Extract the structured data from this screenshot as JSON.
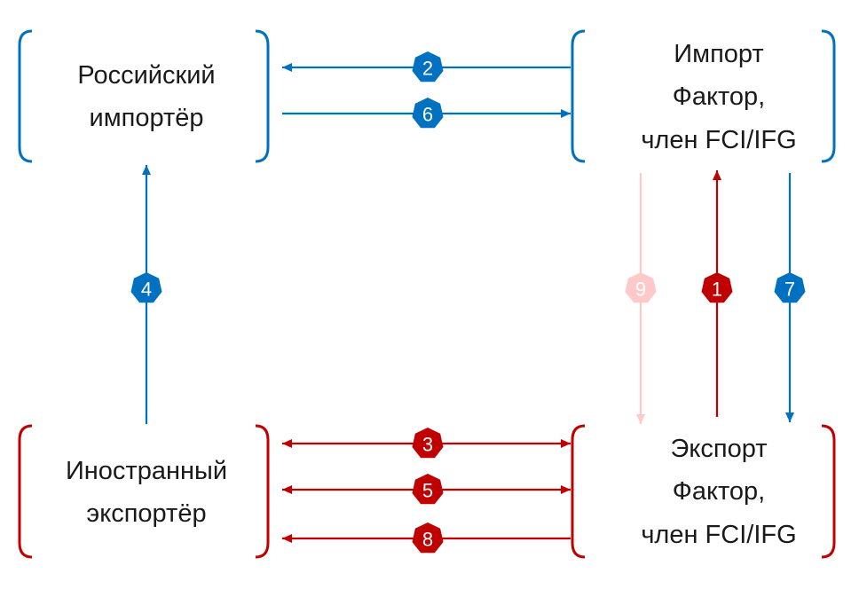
{
  "colors": {
    "blue": "#0070C0",
    "red": "#C00000",
    "pink": "#FFC9C9"
  },
  "nodes": {
    "russian_importer": {
      "lines": [
        "Российский",
        "импортёр"
      ],
      "color": "blue"
    },
    "import_factor": {
      "lines": [
        "Импорт",
        "Фактор,",
        "член FCI/IFG"
      ],
      "color": "blue"
    },
    "foreign_exporter": {
      "lines": [
        "Иностранный",
        "экспортёр"
      ],
      "color": "red"
    },
    "export_factor": {
      "lines": [
        "Экспорт",
        "Фактор,",
        "член FCI/IFG"
      ],
      "color": "red"
    }
  },
  "flows": [
    {
      "step": "1",
      "from": "export_factor",
      "to": "import_factor",
      "color": "red"
    },
    {
      "step": "2",
      "from": "import_factor",
      "to": "russian_importer",
      "color": "blue"
    },
    {
      "step": "3",
      "from": "foreign_exporter",
      "to": "export_factor",
      "color": "red",
      "bidirectional": true
    },
    {
      "step": "4",
      "from": "foreign_exporter",
      "to": "russian_importer",
      "color": "blue"
    },
    {
      "step": "5",
      "from": "foreign_exporter",
      "to": "export_factor",
      "color": "red",
      "bidirectional": true
    },
    {
      "step": "6",
      "from": "russian_importer",
      "to": "import_factor",
      "color": "blue"
    },
    {
      "step": "7",
      "from": "import_factor",
      "to": "export_factor",
      "color": "blue"
    },
    {
      "step": "8",
      "from": "export_factor",
      "to": "foreign_exporter",
      "color": "red"
    },
    {
      "step": "9",
      "from": "import_factor",
      "to": "export_factor",
      "color": "pink"
    }
  ]
}
